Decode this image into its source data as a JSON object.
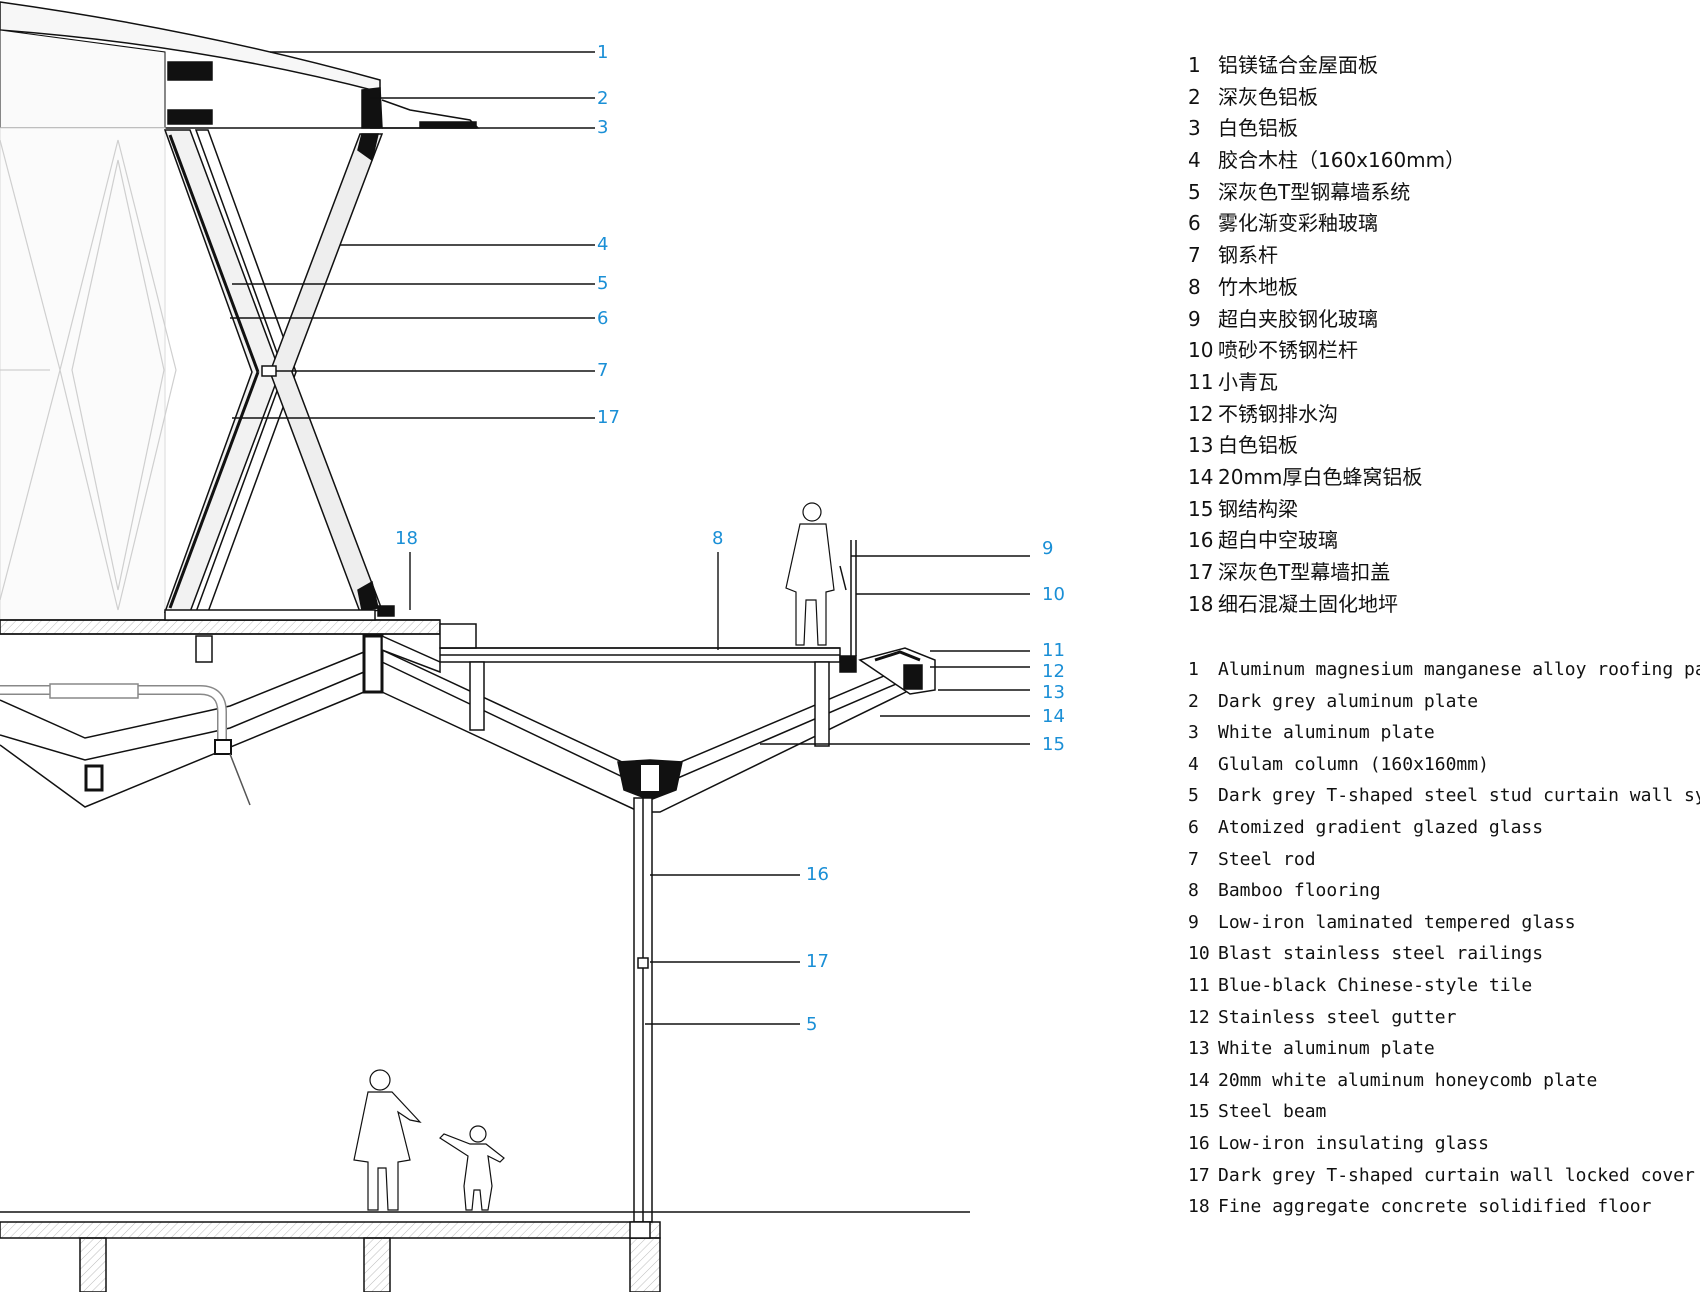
{
  "callouts": [
    "1",
    "2",
    "3",
    "4",
    "5",
    "6",
    "7",
    "17",
    "18",
    "8",
    "9",
    "10",
    "11",
    "12",
    "13",
    "14",
    "15",
    "16",
    "17",
    "5"
  ],
  "legend_cn": [
    {
      "num": "1",
      "text": "铝镁锰合金屋面板"
    },
    {
      "num": "2",
      "text": "深灰色铝板"
    },
    {
      "num": "3",
      "text": "白色铝板"
    },
    {
      "num": "4",
      "text": "胶合木柱（160x160mm）"
    },
    {
      "num": "5",
      "text": "深灰色T型钢幕墙系统"
    },
    {
      "num": "6",
      "text": "雾化渐变彩釉玻璃"
    },
    {
      "num": "7",
      "text": "钢系杆"
    },
    {
      "num": "8",
      "text": "竹木地板"
    },
    {
      "num": "9",
      "text": "超白夹胶钢化玻璃"
    },
    {
      "num": "10",
      "text": "喷砂不锈钢栏杆"
    },
    {
      "num": "11",
      "text": "小青瓦"
    },
    {
      "num": "12",
      "text": "不锈钢排水沟"
    },
    {
      "num": "13",
      "text": "白色铝板"
    },
    {
      "num": "14",
      "text": "20mm厚白色蜂窝铝板"
    },
    {
      "num": "15",
      "text": "钢结构梁"
    },
    {
      "num": "16",
      "text": "超白中空玻璃"
    },
    {
      "num": "17",
      "text": "深灰色T型幕墙扣盖"
    },
    {
      "num": "18",
      "text": "细石混凝土固化地坪"
    }
  ],
  "legend_en": [
    {
      "num": "1",
      "text": "Aluminum magnesium manganese alloy roofing panel"
    },
    {
      "num": "2",
      "text": "Dark grey aluminum plate"
    },
    {
      "num": "3",
      "text": "White aluminum plate"
    },
    {
      "num": "4",
      "text": "Glulam column (160x160mm)"
    },
    {
      "num": "5",
      "text": "Dark grey T-shaped steel stud curtain wall system"
    },
    {
      "num": "6",
      "text": "Atomized gradient glazed glass"
    },
    {
      "num": "7",
      "text": "Steel rod"
    },
    {
      "num": "8",
      "text": "Bamboo flooring"
    },
    {
      "num": "9",
      "text": "Low-iron laminated tempered glass"
    },
    {
      "num": "10",
      "text": "Blast stainless steel railings"
    },
    {
      "num": "11",
      "text": "Blue-black Chinese-style tile"
    },
    {
      "num": "12",
      "text": "Stainless steel gutter"
    },
    {
      "num": "13",
      "text": "White aluminum plate"
    },
    {
      "num": "14",
      "text": "20mm white aluminum honeycomb plate"
    },
    {
      "num": "15",
      "text": "Steel beam"
    },
    {
      "num": "16",
      "text": "Low-iron insulating glass"
    },
    {
      "num": "17",
      "text": "Dark grey T-shaped curtain wall locked cover"
    },
    {
      "num": "18",
      "text": "Fine aggregate concrete solidified floor"
    }
  ],
  "colors": {
    "callout": "#1a8fd6",
    "line": "#111111",
    "hatch": "#bdbdbd"
  }
}
